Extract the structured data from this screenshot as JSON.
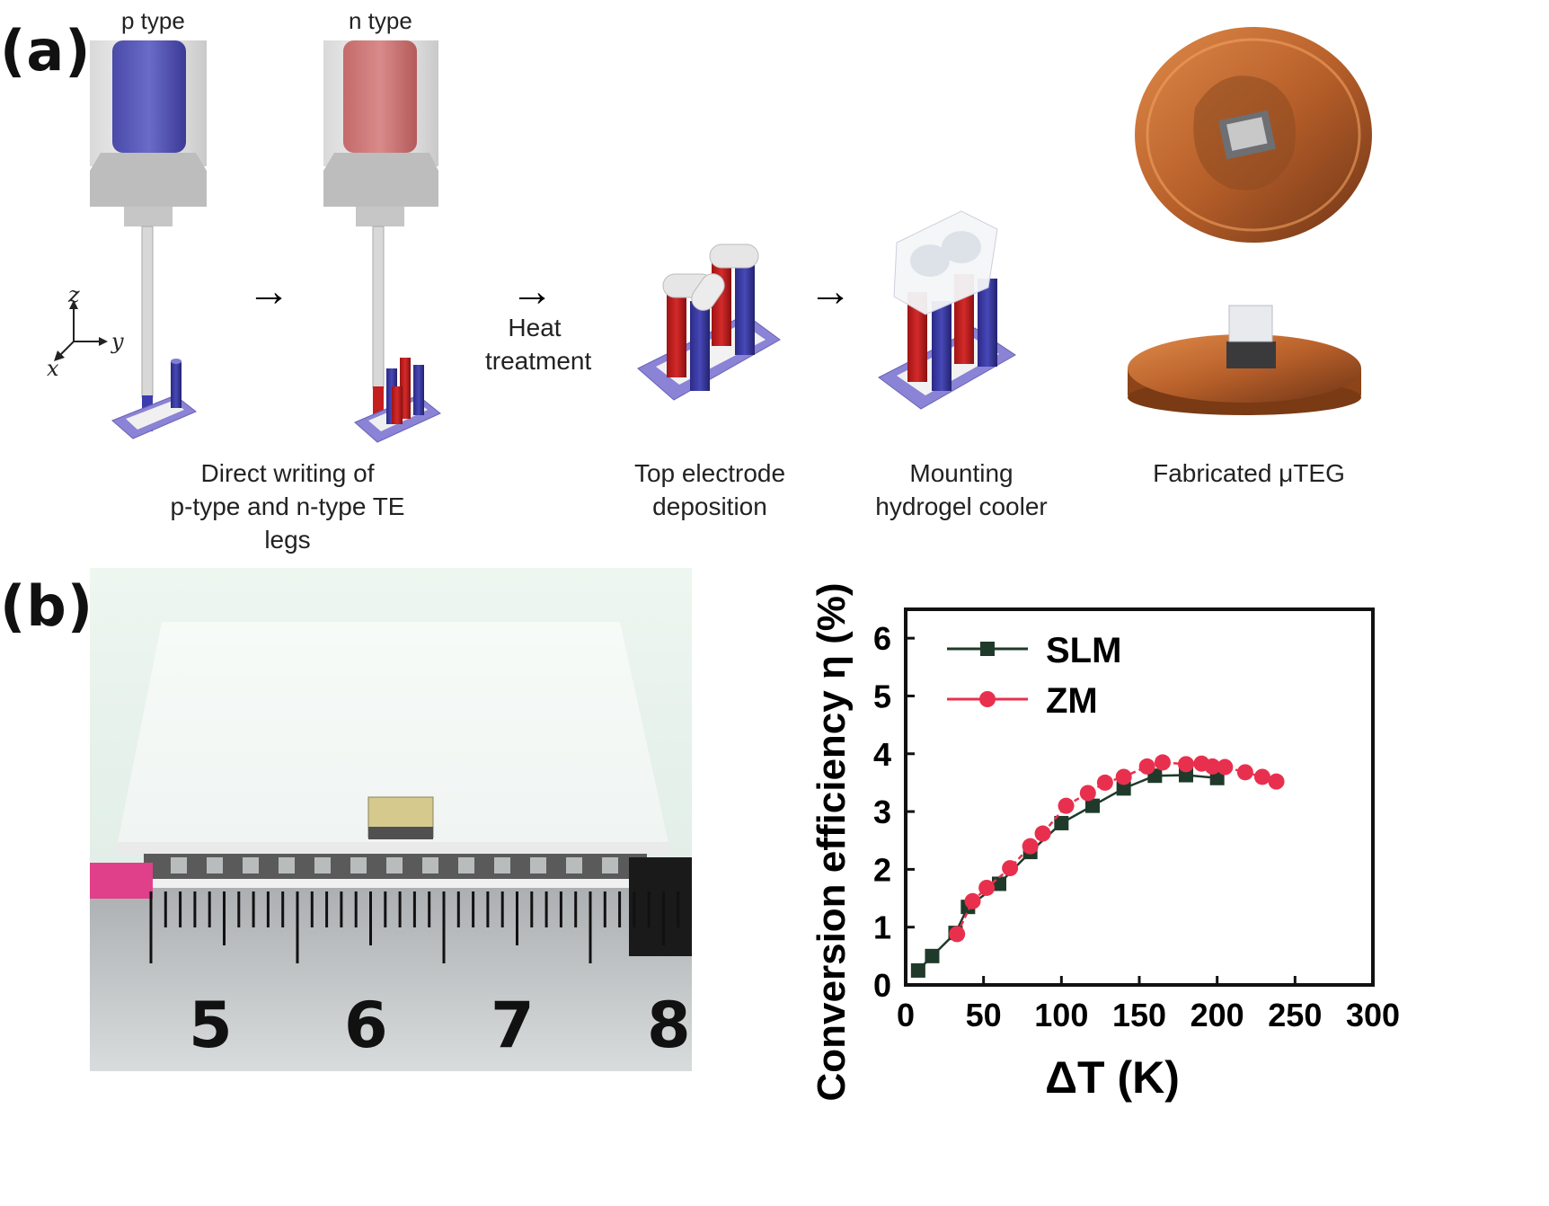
{
  "panel_a": {
    "label": "(a)",
    "syringe_p_label": "p type",
    "syringe_n_label": "n type",
    "axes": {
      "z": "z",
      "y": "y",
      "x": "x"
    },
    "heat_text": [
      "Heat",
      "treatment"
    ],
    "captions": {
      "direct_writing": [
        "Direct writing of",
        "p-type and n-type TE legs"
      ],
      "top_electrode": [
        "Top electrode",
        "deposition"
      ],
      "mounting": [
        "Mounting",
        "hydrogel cooler"
      ],
      "fabricated": [
        "Fabricated μTEG"
      ]
    },
    "colors": {
      "p_leg": "#3b3cb0",
      "n_leg": "#c41e1e",
      "substrate": "#8a83d6",
      "copper": "#b8602a"
    }
  },
  "panel_b": {
    "label": "(b)",
    "ruler_numbers": [
      "5",
      "6",
      "7",
      "8"
    ]
  },
  "chart_data": {
    "type": "line",
    "xlabel": "ΔT (K)",
    "ylabel": "Conversion efficiency η (%)",
    "xlim": [
      0,
      300
    ],
    "ylim": [
      0,
      6.5
    ],
    "xticks": [
      "0",
      "50",
      "100",
      "150",
      "200",
      "250",
      "300"
    ],
    "yticks": [
      "0",
      "1",
      "2",
      "3",
      "4",
      "5",
      "6"
    ],
    "legend_position": "top-left",
    "grid": false,
    "series": [
      {
        "name": "SLM",
        "color": "#1f3a2a",
        "marker": "square",
        "x": [
          8,
          17,
          32,
          40,
          60,
          80,
          100,
          120,
          140,
          160,
          180,
          200
        ],
        "y": [
          0.25,
          0.5,
          0.9,
          1.35,
          1.75,
          2.3,
          2.8,
          3.1,
          3.4,
          3.62,
          3.63,
          3.58
        ]
      },
      {
        "name": "ZM",
        "color": "#e8304e",
        "marker": "circle",
        "x": [
          33,
          43,
          52,
          67,
          80,
          88,
          103,
          117,
          128,
          140,
          155,
          165,
          180,
          190,
          197,
          205,
          218,
          229,
          238
        ],
        "y": [
          0.88,
          1.45,
          1.68,
          2.02,
          2.4,
          2.62,
          3.1,
          3.32,
          3.5,
          3.6,
          3.78,
          3.85,
          3.82,
          3.83,
          3.78,
          3.77,
          3.68,
          3.6,
          3.52
        ]
      }
    ]
  }
}
